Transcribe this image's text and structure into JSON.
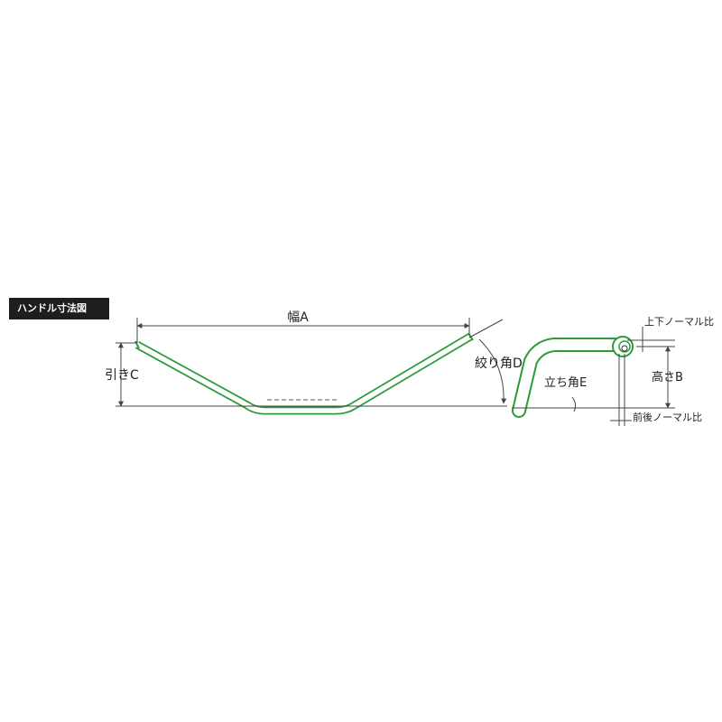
{
  "title": "ハンドル寸法図",
  "labels": {
    "width_a": "幅A",
    "pull_c": "引きC",
    "squeeze_angle_d": "絞り角D",
    "rise_angle_e": "立ち角E",
    "height_b": "高さB",
    "vertical_normal_ratio": "上下ノーマル比",
    "fore_aft_normal_ratio": "前後ノーマル比"
  },
  "colors": {
    "bar_outline": "#2e9a3a",
    "dimension_line": "#444444",
    "badge_background": "#1e1e1e",
    "badge_text": "#ffffff"
  }
}
